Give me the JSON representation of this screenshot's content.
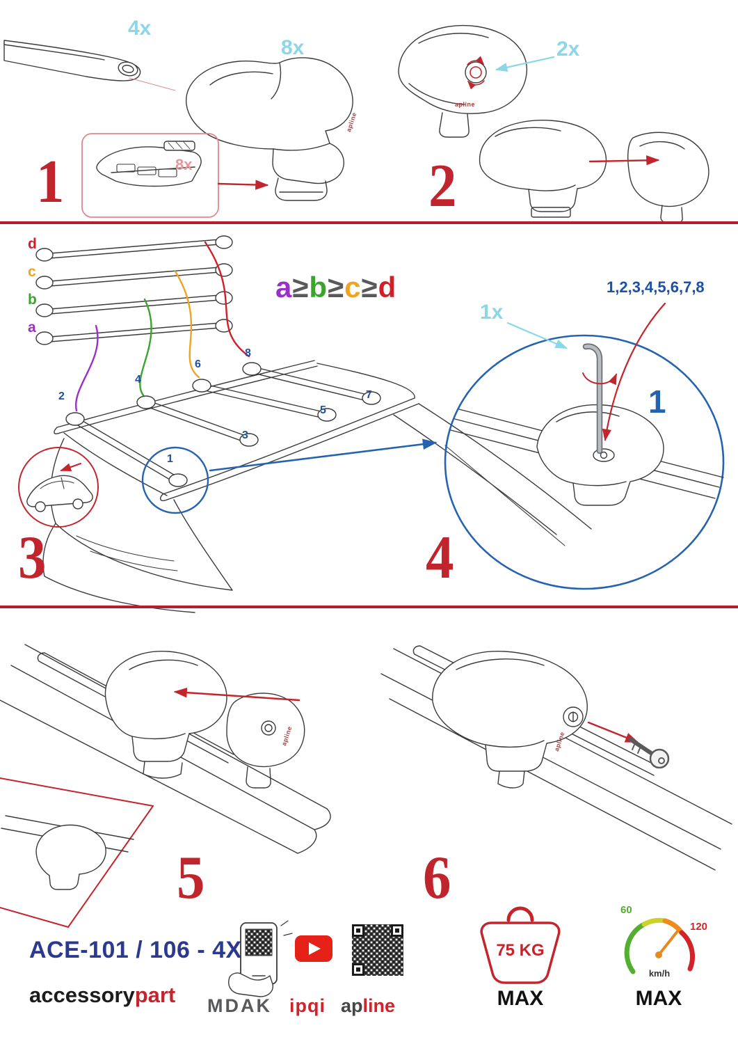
{
  "colors": {
    "step_red": "#c0242c",
    "divider_red": "#b5202c",
    "qty_cyan": "#8bd7e8",
    "pad_pink": "#e9959c",
    "callout_blue": "#2563b0",
    "position_blue": "#1d50a4",
    "size_a_purple": "#9b30c8",
    "size_b_green": "#3aa42c",
    "size_c_orange": "#f0a41e",
    "size_d_red": "#d01f26",
    "product_blue": "#2b3a8f",
    "brand_red": "#c4242b",
    "youtube_red": "#e62117",
    "gauge_green": "#54ae2f",
    "gauge_red": "#d2232a"
  },
  "steps": {
    "s1": {
      "number": "1",
      "bar_qty": "4x",
      "clamp_qty": "8x",
      "pad_qty": "8x"
    },
    "s2": {
      "number": "2",
      "cap_qty": "2x"
    },
    "s3": {
      "number": "3",
      "bar_labels": [
        "d",
        "c",
        "b",
        "a"
      ],
      "size_rule": [
        "a",
        "≥",
        "b",
        "≥",
        "c",
        "≥",
        "d"
      ],
      "positions": [
        "1",
        "2",
        "3",
        "4",
        "5",
        "6",
        "7",
        "8"
      ]
    },
    "s4": {
      "number": "4",
      "tool_qty": "1x",
      "sequence": "1,2,3,4,5,6,7,8",
      "callout": "1"
    },
    "s5": {
      "number": "5"
    },
    "s6": {
      "number": "6"
    }
  },
  "branding": {
    "product_code": "ACE-101 / 106 - 4X",
    "brand_black": "accessory",
    "brand_red": "part",
    "logo_mdak": "MDAK",
    "logo_ipqi": "ipqi",
    "logo_ap": "ap",
    "logo_line": "line",
    "clamp_logo": "apline"
  },
  "limits": {
    "weight": "75 KG",
    "weight_max": "MAX",
    "speed_low": "60",
    "speed_high": "120",
    "speed_unit": "km/h",
    "speed_max": "MAX"
  }
}
